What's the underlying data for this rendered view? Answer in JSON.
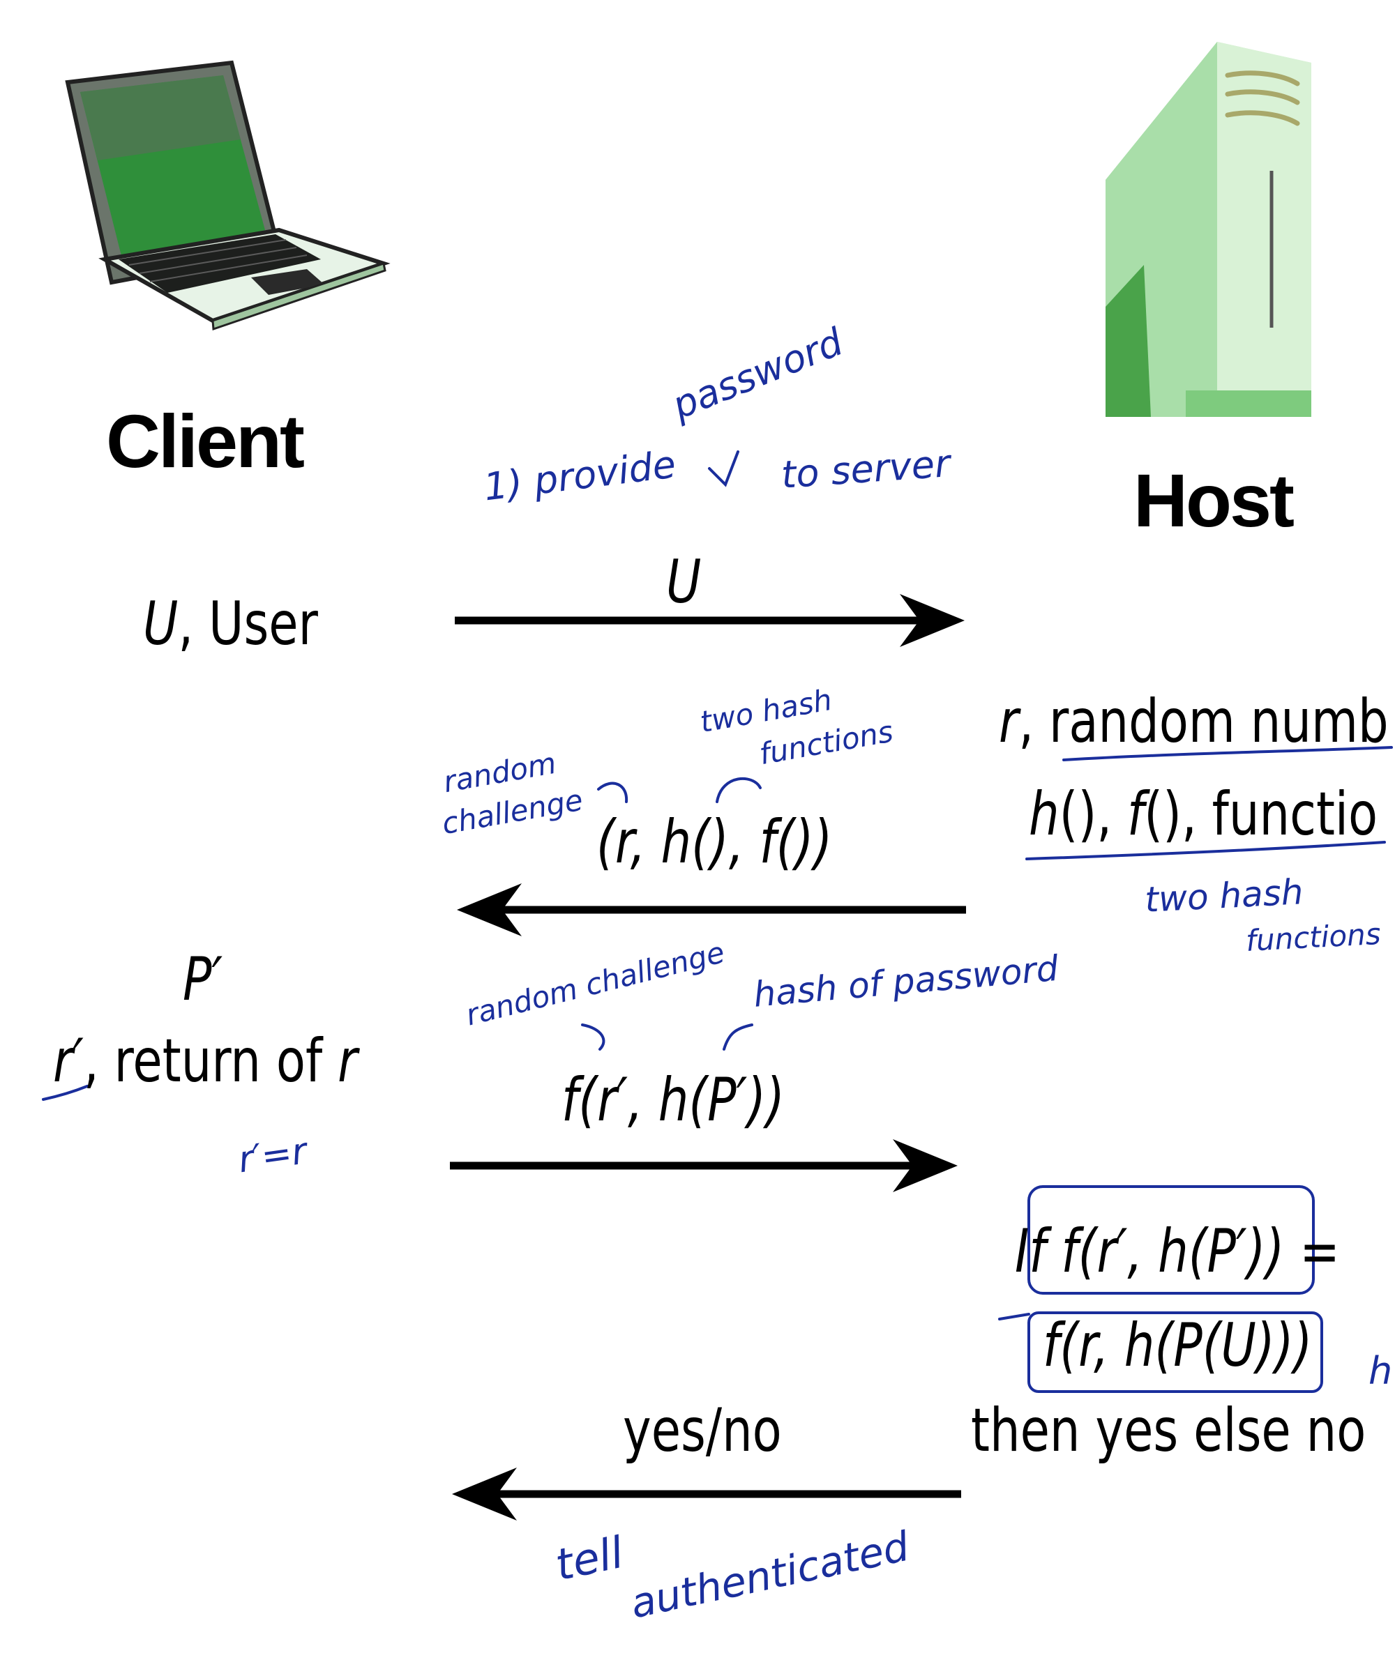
{
  "actors": {
    "client": "Client",
    "host": "Host"
  },
  "messages": {
    "m1": "U",
    "m2": "(r, h(), f())",
    "m3": "f(r′, h(P′))",
    "m4": "yes/no"
  },
  "client_side": {
    "user_var": "U",
    "user_word": ", User",
    "p_prime": "P′",
    "r_prime": "r′",
    "return_of": ", return of ",
    "r": "r"
  },
  "host_side": {
    "random_r": "r",
    "random_text": ", random numb",
    "h_fn": "h",
    "h_rest": "(), ",
    "f_fn": "f",
    "f_rest": "(), functio",
    "check_line1": "If f(r′, h(P′)) =",
    "check_line2": "f(r, h(P(U)))",
    "then_else": "then yes else no"
  },
  "annotations": {
    "step1": "1) provide",
    "step1_end": "to server",
    "password": "password",
    "random_challenge_1": "random",
    "random_challenge_2": "challenge",
    "two_hash_1": "two hash",
    "two_hash_2": "functions",
    "host_two_hash_1": "two hash",
    "host_two_hash_2": "functions",
    "random_challenge_3": "random challenge",
    "hash_of_password": "hash of password",
    "r_eq": "r′=r",
    "tell": "tell",
    "authenticated": "authenticated",
    "margin_h": "h"
  },
  "colors": {
    "ink": "#1a2e9c",
    "laptop_green": "#2f8f3a",
    "server_green": "#bfe8bf"
  },
  "icons": {
    "client": "laptop-icon",
    "host": "server-tower-icon"
  }
}
